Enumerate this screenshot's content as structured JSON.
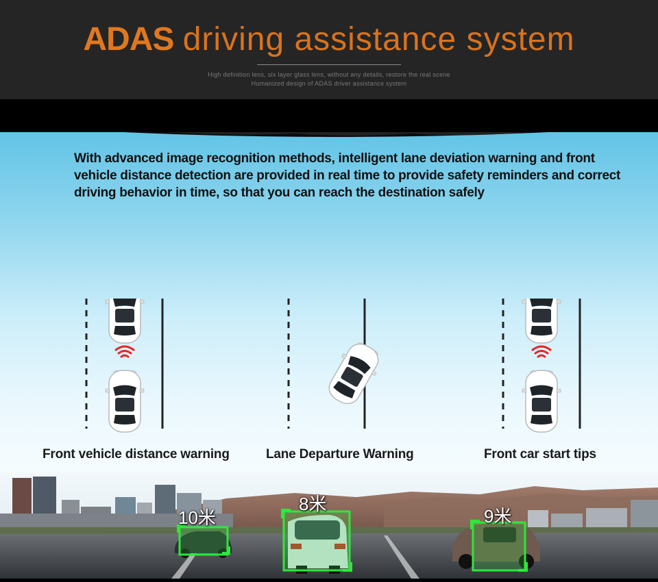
{
  "header": {
    "title_bold": "ADAS",
    "title_light": "driving assistance system",
    "subtitle_line1": "High definition lens, six layer glass lens, without any details, restore the real scene",
    "subtitle_line2": "Humanized design of ADAS driver assistance system"
  },
  "description": "With advanced image recognition methods, intelligent lane deviation warning and front vehicle distance detection are provided in real time to provide safety reminders and correct driving behavior in time, so that you can reach the destination safely",
  "features": [
    {
      "caption": "Front vehicle distance warning",
      "icon": "car-distance-warning-icon"
    },
    {
      "caption": "Lane Departure Warning",
      "icon": "lane-departure-icon"
    },
    {
      "caption": "Front car start tips",
      "icon": "front-car-start-icon"
    }
  ],
  "scene": {
    "detections": [
      {
        "label": "10米"
      },
      {
        "label": "8米"
      },
      {
        "label": "9米"
      }
    ]
  },
  "colors": {
    "accent": "#e07820",
    "detection_box": "#2ee83a",
    "warning_arcs": "#e8231e"
  }
}
